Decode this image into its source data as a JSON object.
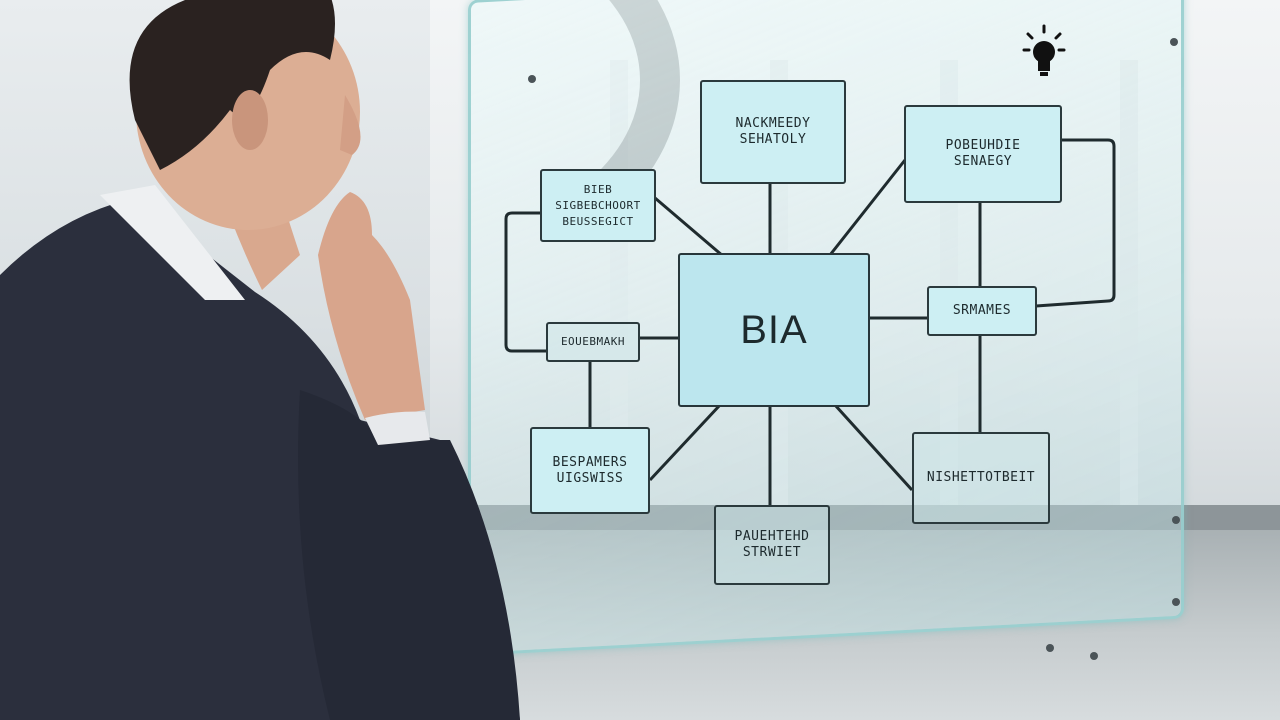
{
  "diagram": {
    "center": "BIA",
    "nodes": [
      {
        "id": "top",
        "label": "NACKMEEDY\nSEHATOLY"
      },
      {
        "id": "topright",
        "label": "POBEUHDIE\nSENAEGY"
      },
      {
        "id": "leftupper",
        "label": "BIEB SIGBEBCHOORT\nBEUSSEGICT"
      },
      {
        "id": "left",
        "label": "EOUEBMAKH"
      },
      {
        "id": "right",
        "label": "SRMAMES"
      },
      {
        "id": "bottomleft",
        "label": "BESPAMERS\nUIGSWISS"
      },
      {
        "id": "bottom",
        "label": "PAUEHTEHD\nSTRWIET"
      },
      {
        "id": "bottomright",
        "label": "NISHETTOTBEIT"
      }
    ]
  },
  "icons": {
    "bulb": "lightbulb-icon"
  },
  "colors": {
    "node_fill": "#cdeff3",
    "line": "#1f2b2e",
    "suit": "#2b2f3d"
  }
}
